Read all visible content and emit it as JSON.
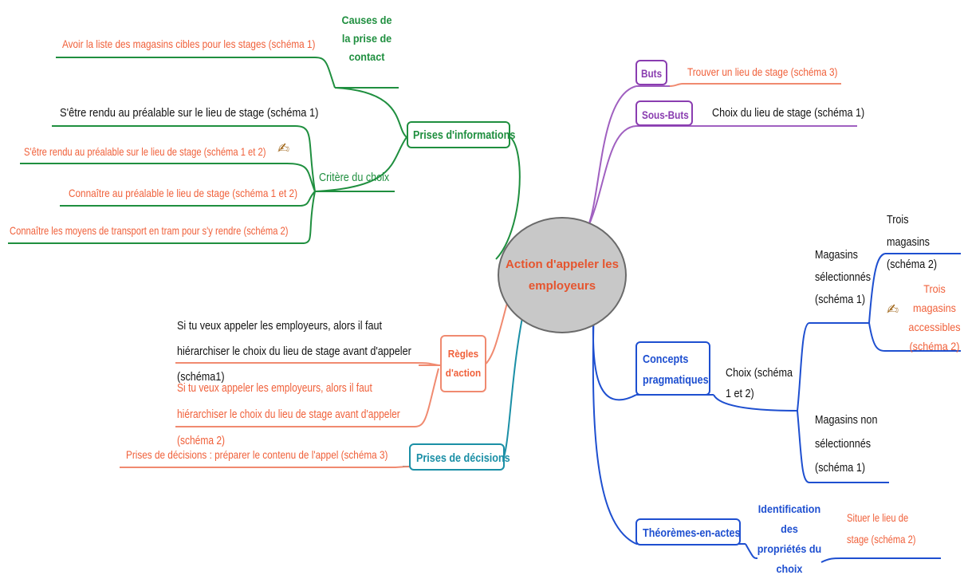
{
  "center": {
    "label": "Action d'appeler les employeurs"
  },
  "left": {
    "prises_info": {
      "label": "Prises d'informations",
      "causes": {
        "label": "Causes de la prise de contact",
        "items": [
          "Avoir la liste des magasins cibles pour les stages (schéma 1)"
        ]
      },
      "critere": {
        "label": "Critère du choix",
        "items": [
          "S'être rendu au préalable sur le lieu de stage (schéma 1)",
          "S'être rendu au préalable sur le lieu de stage (schéma 1 et 2)",
          "Connaître au préalable le lieu de stage (schéma 1 et 2)",
          "Connaître les moyens de transport en tram pour s'y rendre (schéma 2)"
        ]
      }
    },
    "regles": {
      "label": "Règles d'action",
      "items": [
        "Si tu veux appeler les employeurs, alors il faut hiérarchiser le choix du lieu de stage avant d'appeler (schéma1)",
        "Si tu veux appeler les employeurs, alors il faut hiérarchiser le choix du lieu de stage avant d'appeler (schéma 2)"
      ]
    },
    "prises_decisions": {
      "label": "Prises de décisions",
      "items": [
        "Prises de décisions : préparer le contenu de l'appel (schéma 3)"
      ]
    }
  },
  "right": {
    "buts": {
      "label": "Buts",
      "items": [
        "Trouver un lieu de stage (schéma 3)"
      ]
    },
    "sous_buts": {
      "label": "Sous-Buts",
      "items": [
        "Choix du lieu de stage (schéma 1)"
      ]
    },
    "concepts": {
      "label": "Concepts pragmatiques",
      "choix": {
        "label": "Choix (schéma 1 et 2)"
      },
      "selectionnes": {
        "label": "Magasins sélectionnés (schéma 1)",
        "items": [
          "Trois magasins (schéma 2)",
          "Trois magasins accessibles (schéma 2)"
        ]
      },
      "non_selectionnes": {
        "label": "Magasins non sélectionnés (schéma 1)"
      }
    },
    "theoremes": {
      "label": "Théorèmes-en-actes",
      "identification": {
        "label": "Identification des propriétés du choix",
        "items": [
          "Situer le lieu de stage (schéma 2)"
        ]
      }
    }
  },
  "colors": {
    "green": "#1f8f3f",
    "orange": "#f0603a",
    "salmon": "#f08a70",
    "purple": "#8a3db0",
    "blue": "#1e4fd0",
    "teal": "#1a8fa6",
    "center_fill": "#c8c8c8"
  },
  "icons": {
    "attachment": "hand-pointer-icon"
  }
}
